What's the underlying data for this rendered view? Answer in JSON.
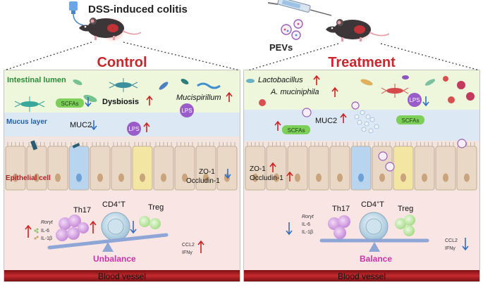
{
  "header": {
    "model_title": "DSS-induced colitis",
    "pevs_label": "PEVs"
  },
  "control": {
    "title": "Control",
    "lumen_label": "Intestinal lumen",
    "scfas_label": "SCFAs",
    "dysbiosis_label": "Dysbiosis",
    "mucispirillum_label": "Mucispirillum",
    "lps_label": "LPS",
    "mucus_label": "Mucus layer",
    "muc2_label": "MUC2",
    "epithelial_label": "Epithelial cell",
    "zo1_label": "ZO-1",
    "occludin_label": "Occludin-1",
    "th17_label": "Th17",
    "cd4_label": "CD4",
    "cd4_sup": "+",
    "cd4_suffix": "T",
    "treg_label": "Treg",
    "cytokines_left": [
      "Rorγt",
      "IL-6",
      "IL-1β"
    ],
    "cytokines_right": [
      "CCL2",
      "IFNγ"
    ],
    "balance_label": "Unbalance",
    "vessel_label": "Blood vessel"
  },
  "treatment": {
    "title": "Treatment",
    "lactobacillus_label": "Lactobacillus",
    "akk_label": "A. muciniphila",
    "lps_label": "LPS",
    "muc2_label": "MUC2",
    "scfas_label": "SCFAs",
    "scfas_label_2": "SCFAs",
    "zo1_label": "ZO-1",
    "occludin_label": "Occludin-1",
    "th17_label": "Th17",
    "cd4_label": "CD4",
    "cd4_sup": "+",
    "cd4_suffix": "T",
    "treg_label": "Treg",
    "cytokines_left": [
      "Rorγt",
      "IL-6",
      "IL-1β"
    ],
    "cytokines_right": [
      "CCL2",
      "IFNγ"
    ],
    "balance_label": "Balance",
    "vessel_label": "Blood vessel"
  },
  "colors": {
    "title_red": "#c8282d",
    "lumen_green": "#2e8b3a",
    "mucus_blue": "#1f5fa8",
    "epithelial_red": "#b0232a",
    "balance_magenta": "#cc33aa",
    "arrow_up_red": "#cc2222",
    "arrow_down_blue": "#2f6fc4",
    "scfa_green": "#7dcf5a",
    "lps_purple": "#9a5cc8",
    "vessel_red": "#a81e22"
  }
}
